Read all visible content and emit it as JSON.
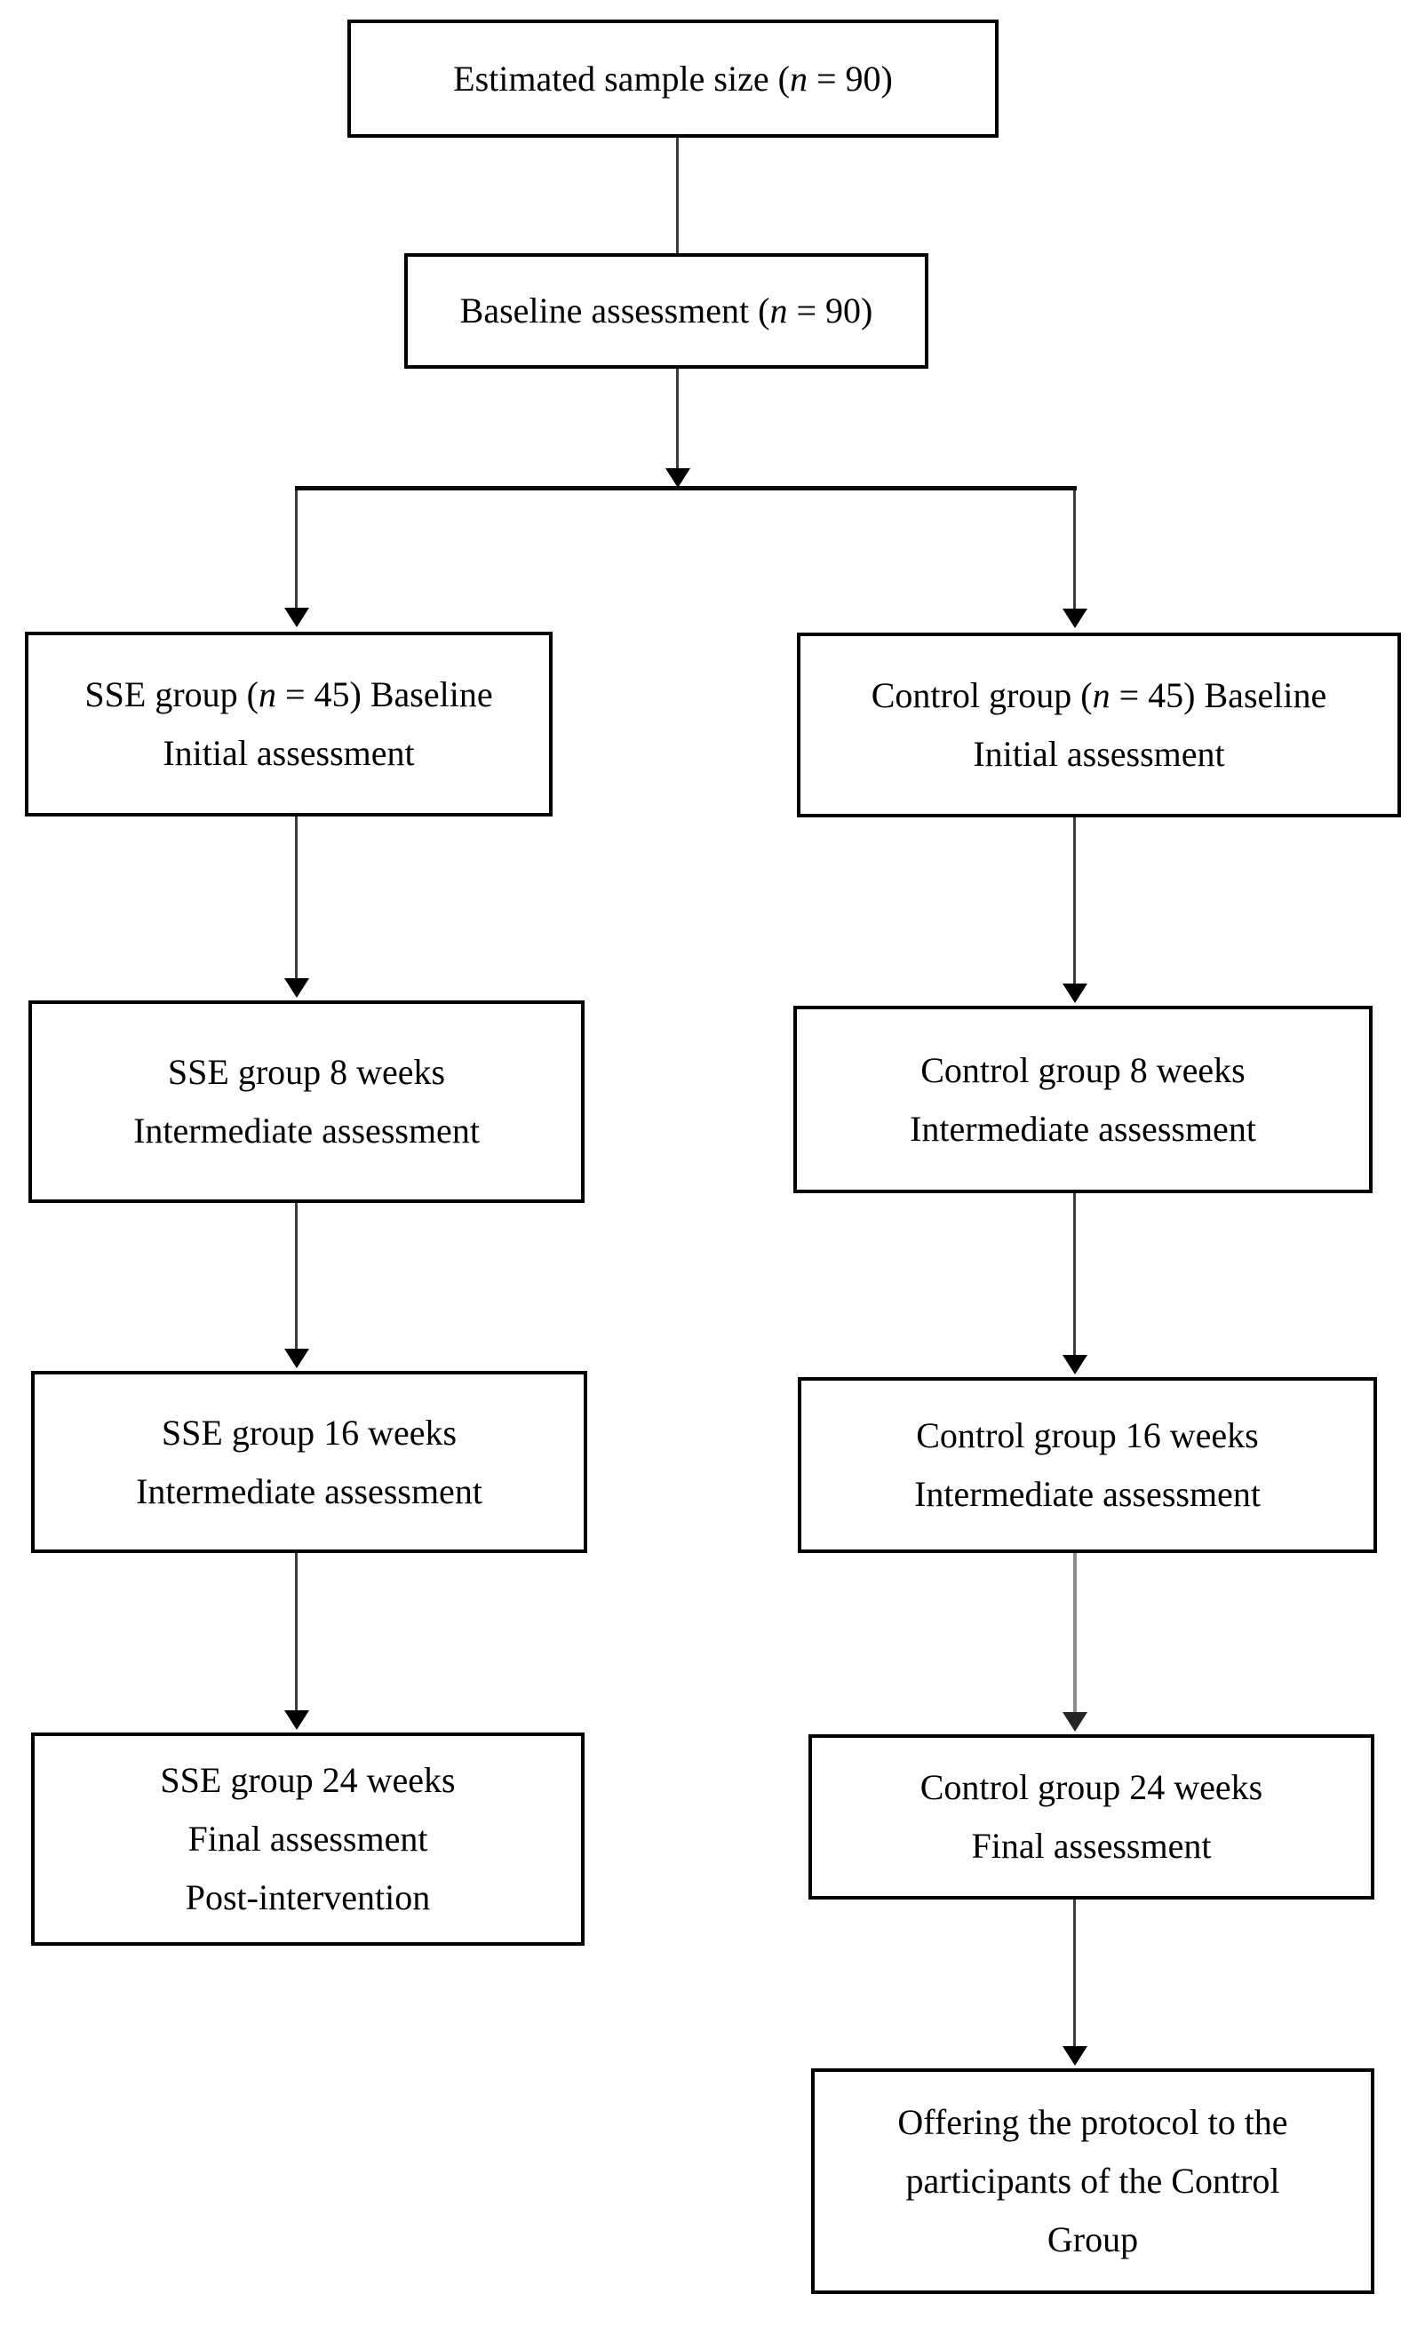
{
  "figure": {
    "background_color": "#ffffff",
    "box_border_color": "#000000",
    "text_color": "#000000",
    "arrow_color": "#3c3c3c",
    "arrowhead_color": "#000000",
    "gray_arrow_color": "#8c8c8c"
  },
  "nodes": {
    "estimated": {
      "pre": "Estimated sample size (",
      "var": "n",
      "post": " = 90)"
    },
    "baseline": {
      "pre": "Baseline assessment (",
      "var": "n",
      "post": " = 90)"
    },
    "sse_initial": {
      "l1_pre": "SSE group (",
      "l1_var": "n",
      "l1_post": " = 45) Baseline",
      "l2": "Initial assessment"
    },
    "control_initial": {
      "l1_pre": "Control group (",
      "l1_var": "n",
      "l1_post": " = 45) Baseline",
      "l2": "Initial assessment"
    },
    "sse_8w": {
      "l1": "SSE group 8 weeks",
      "l2": "Intermediate assessment"
    },
    "control_8w": {
      "l1": "Control group 8 weeks",
      "l2": "Intermediate assessment"
    },
    "sse_16w": {
      "l1": "SSE group 16 weeks",
      "l2": "Intermediate assessment"
    },
    "control_16w": {
      "l1": "Control group 16 weeks",
      "l2": "Intermediate assessment"
    },
    "sse_24w": {
      "l1": "SSE group 24 weeks",
      "l2": "Final assessment",
      "l3": "Post-intervention"
    },
    "control_24w": {
      "l1": "Control group 24 weeks",
      "l2": "Final assessment"
    },
    "offering": {
      "l1": "Offering the protocol to the",
      "l2": "participants of the Control",
      "l3": "Group"
    }
  },
  "edges": [
    {
      "from": "estimated",
      "to": "baseline",
      "arrowhead": false,
      "style": "solid-dark"
    },
    {
      "from": "baseline",
      "to": "split-junction",
      "arrowhead": true,
      "style": "solid-dark"
    },
    {
      "from": "split-junction",
      "to": "sse_initial",
      "arrowhead": true,
      "style": "solid-dark"
    },
    {
      "from": "split-junction",
      "to": "control_initial",
      "arrowhead": true,
      "style": "solid-dark"
    },
    {
      "from": "sse_initial",
      "to": "sse_8w",
      "arrowhead": true,
      "style": "solid-dark"
    },
    {
      "from": "sse_8w",
      "to": "sse_16w",
      "arrowhead": true,
      "style": "solid-dark"
    },
    {
      "from": "sse_16w",
      "to": "sse_24w",
      "arrowhead": true,
      "style": "solid-dark"
    },
    {
      "from": "control_initial",
      "to": "control_8w",
      "arrowhead": true,
      "style": "solid-dark"
    },
    {
      "from": "control_8w",
      "to": "control_16w",
      "arrowhead": true,
      "style": "solid-dark"
    },
    {
      "from": "control_16w",
      "to": "control_24w",
      "arrowhead": true,
      "style": "solid-gray"
    },
    {
      "from": "control_24w",
      "to": "offering",
      "arrowhead": true,
      "style": "solid-dark"
    }
  ]
}
